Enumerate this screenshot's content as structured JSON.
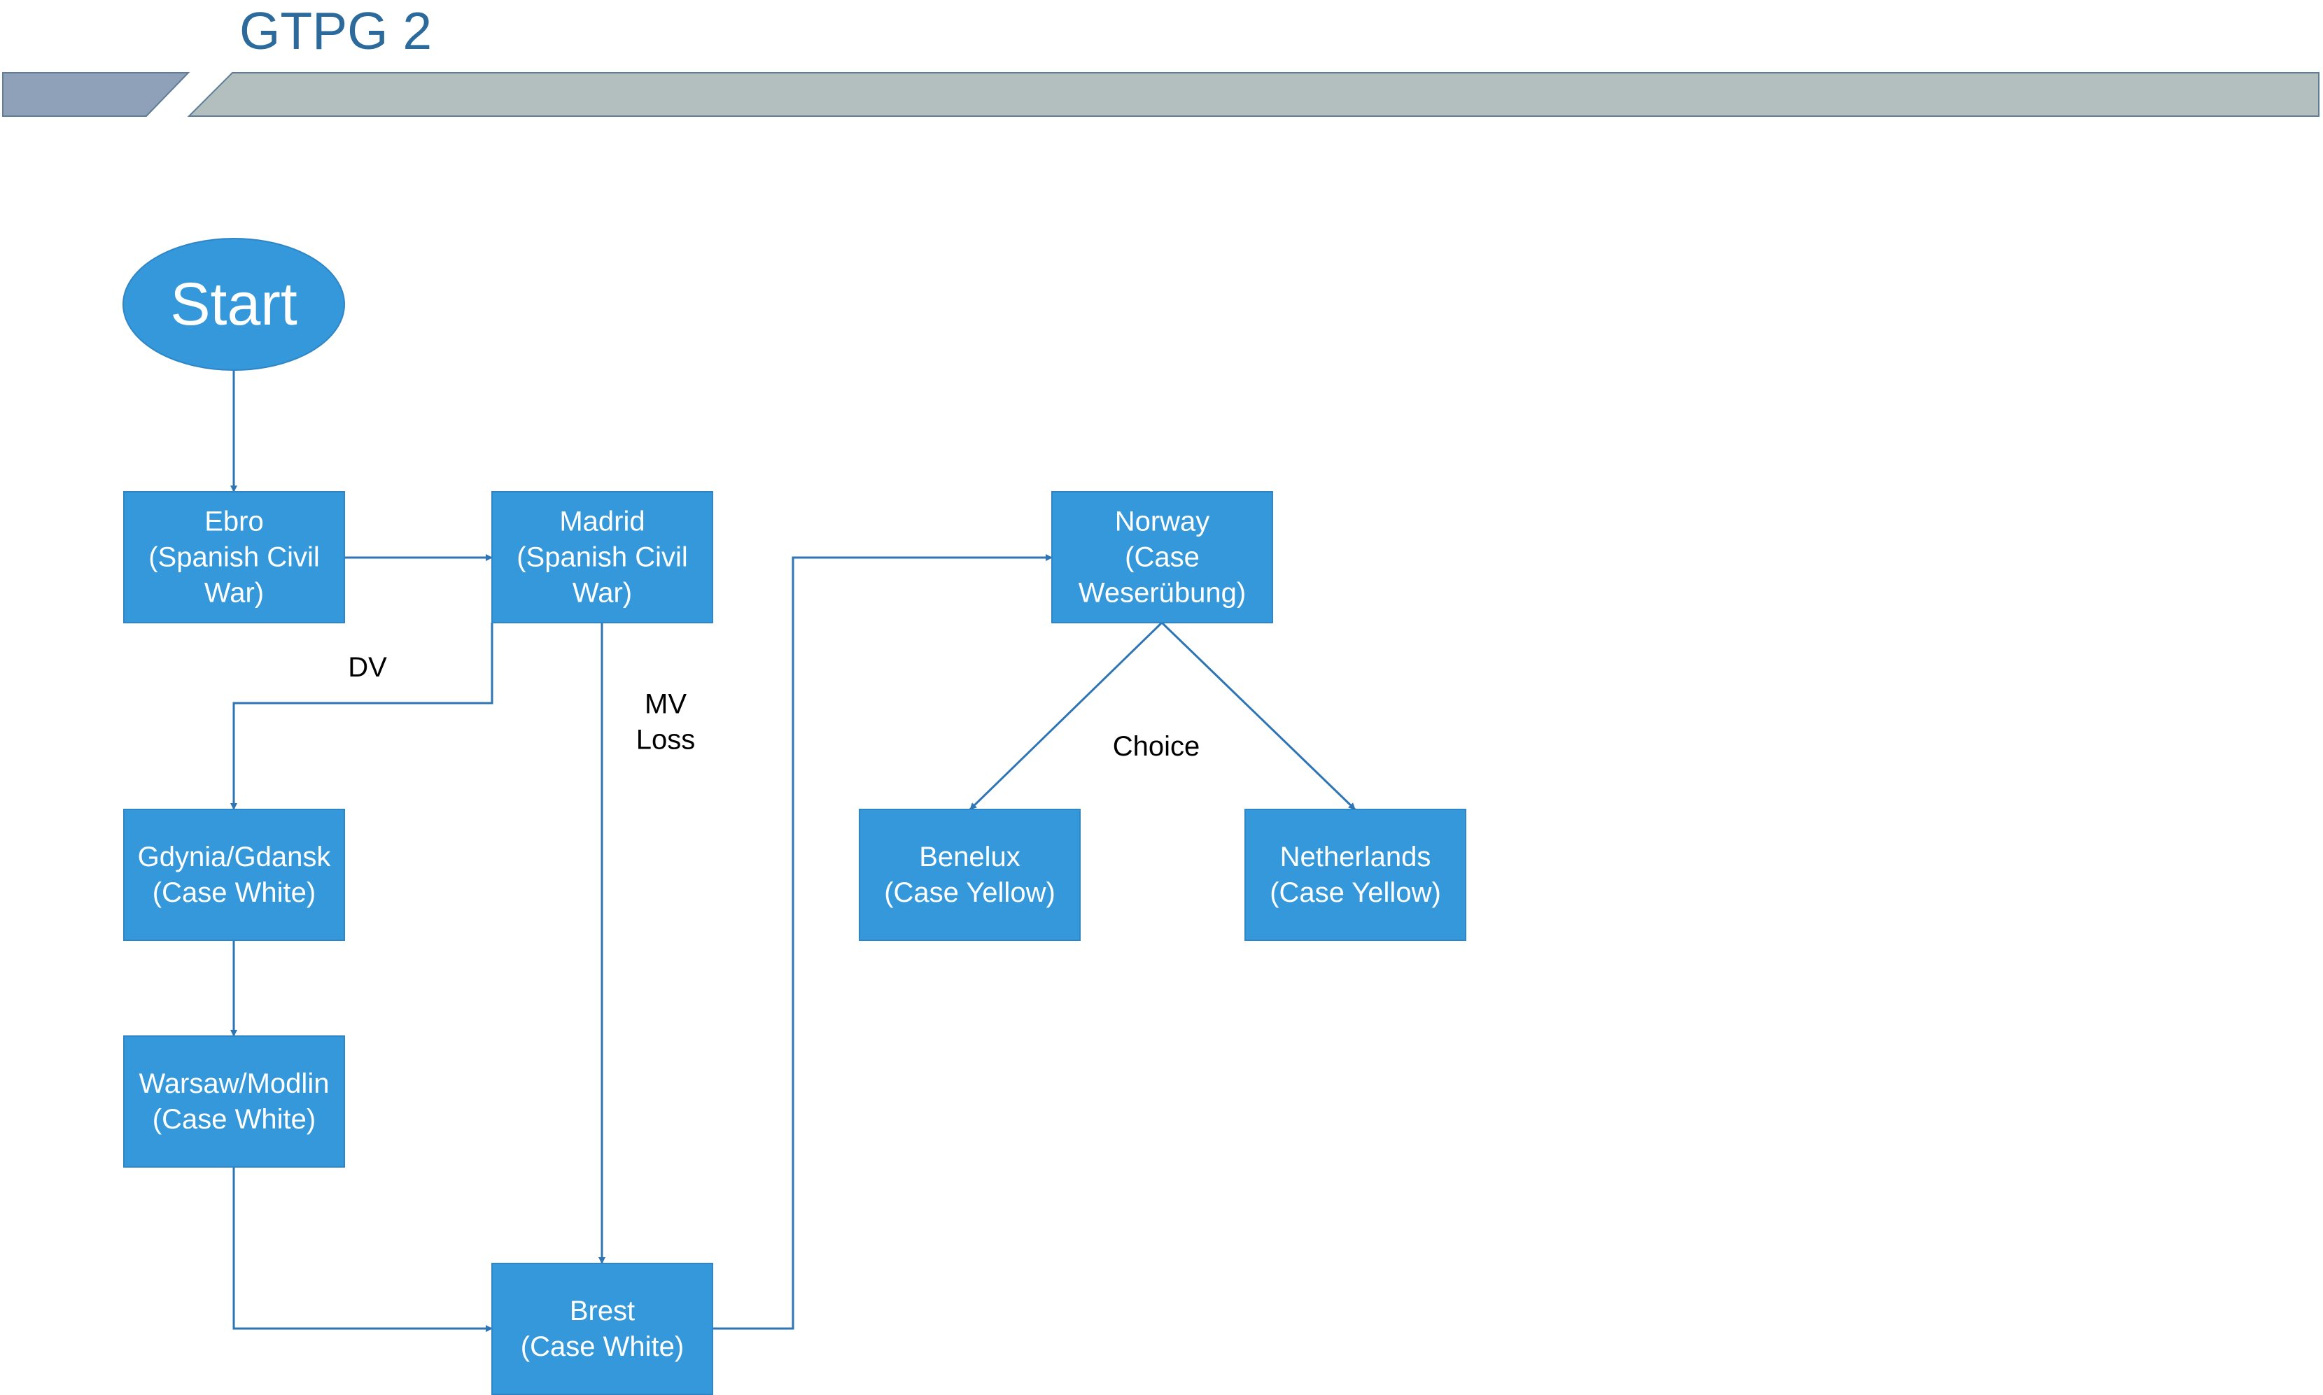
{
  "header": {
    "title": "GTPG 2",
    "band_left_color": "#8ea1b9",
    "band_right_color": "#b3bfbe",
    "band_stroke_color": "#5f7d96"
  },
  "colors": {
    "node_fill": "#3498db",
    "node_stroke": "#2f86c6",
    "edge": "#2e75b6",
    "title": "#2b6a9b"
  },
  "nodes": {
    "start": {
      "lines": [
        "Start"
      ]
    },
    "ebro": {
      "lines": [
        "Ebro",
        "(Spanish Civil",
        "War)"
      ]
    },
    "madrid": {
      "lines": [
        "Madrid",
        "(Spanish Civil",
        "War)"
      ]
    },
    "norway": {
      "lines": [
        "Norway",
        "(Case",
        "Weserübung)"
      ]
    },
    "gdynia": {
      "lines": [
        "Gdynia/Gdansk",
        "(Case White)"
      ]
    },
    "benelux": {
      "lines": [
        "Benelux",
        "(Case Yellow)"
      ]
    },
    "netherlands": {
      "lines": [
        "Netherlands",
        "(Case Yellow)"
      ]
    },
    "warsaw": {
      "lines": [
        "Warsaw/Modlin",
        "(Case White)"
      ]
    },
    "brest": {
      "lines": [
        "Brest",
        "(Case White)"
      ]
    }
  },
  "labels": {
    "dv": {
      "lines": [
        "DV"
      ]
    },
    "mv_loss": {
      "lines": [
        "MV",
        "Loss"
      ]
    },
    "choice": {
      "lines": [
        "Choice"
      ]
    }
  },
  "edges": [
    {
      "from": "start",
      "to": "ebro"
    },
    {
      "from": "ebro",
      "to": "madrid"
    },
    {
      "from": "madrid",
      "to": "gdynia",
      "label": "dv"
    },
    {
      "from": "madrid",
      "to": "brest",
      "label": "mv_loss"
    },
    {
      "from": "gdynia",
      "to": "warsaw"
    },
    {
      "from": "warsaw",
      "to": "brest"
    },
    {
      "from": "brest",
      "to": "norway"
    },
    {
      "from": "norway",
      "to": "benelux",
      "label": "choice"
    },
    {
      "from": "norway",
      "to": "netherlands",
      "label": "choice"
    }
  ]
}
